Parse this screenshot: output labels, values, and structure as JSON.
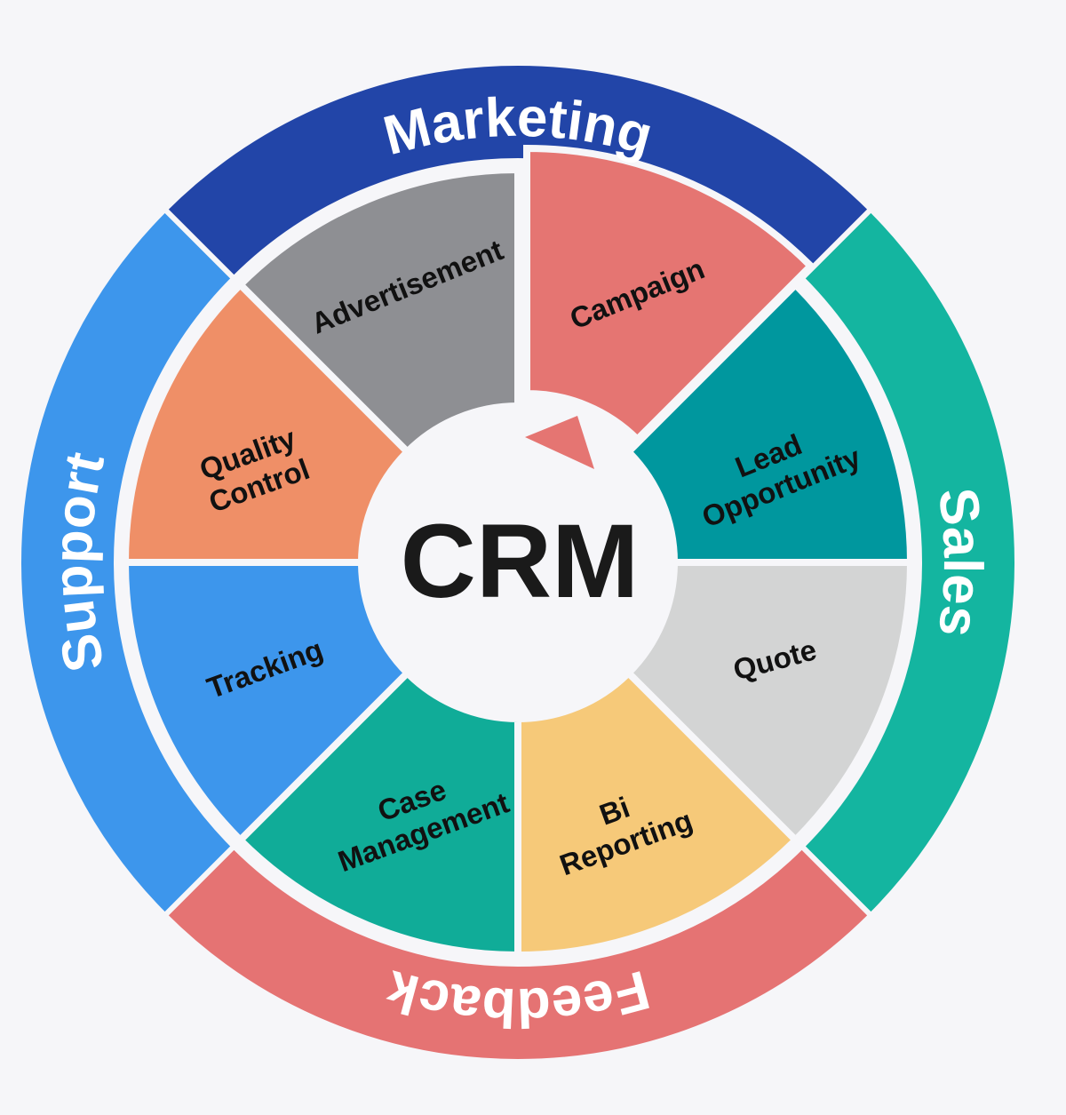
{
  "center": {
    "label": "CRM"
  },
  "bands": [
    {
      "label": "Support",
      "color": "#3d96ec"
    },
    {
      "label": "Marketing",
      "color": "#2245a8"
    },
    {
      "label": "Sales",
      "color": "#14b5a0"
    },
    {
      "label": "Feedback",
      "color": "#e57373"
    }
  ],
  "wedges": [
    {
      "lines": [
        "Advertisement"
      ],
      "color": "#8e8f93"
    },
    {
      "lines": [
        "Campaign"
      ],
      "color": "#e57572"
    },
    {
      "lines": [
        "Lead",
        "Opportunity"
      ],
      "color": "#00979e"
    },
    {
      "lines": [
        "Quote"
      ],
      "color": "#d3d4d4"
    },
    {
      "lines": [
        "Bi",
        "Reporting"
      ],
      "color": "#f6c979"
    },
    {
      "lines": [
        "Case",
        "Management"
      ],
      "color": "#10ac98"
    },
    {
      "lines": [
        "Tracking"
      ],
      "color": "#3d96ec"
    },
    {
      "lines": [
        "Quality",
        "Control"
      ],
      "color": "#ef8f67"
    }
  ],
  "pointer": {
    "color": "#e57572"
  }
}
